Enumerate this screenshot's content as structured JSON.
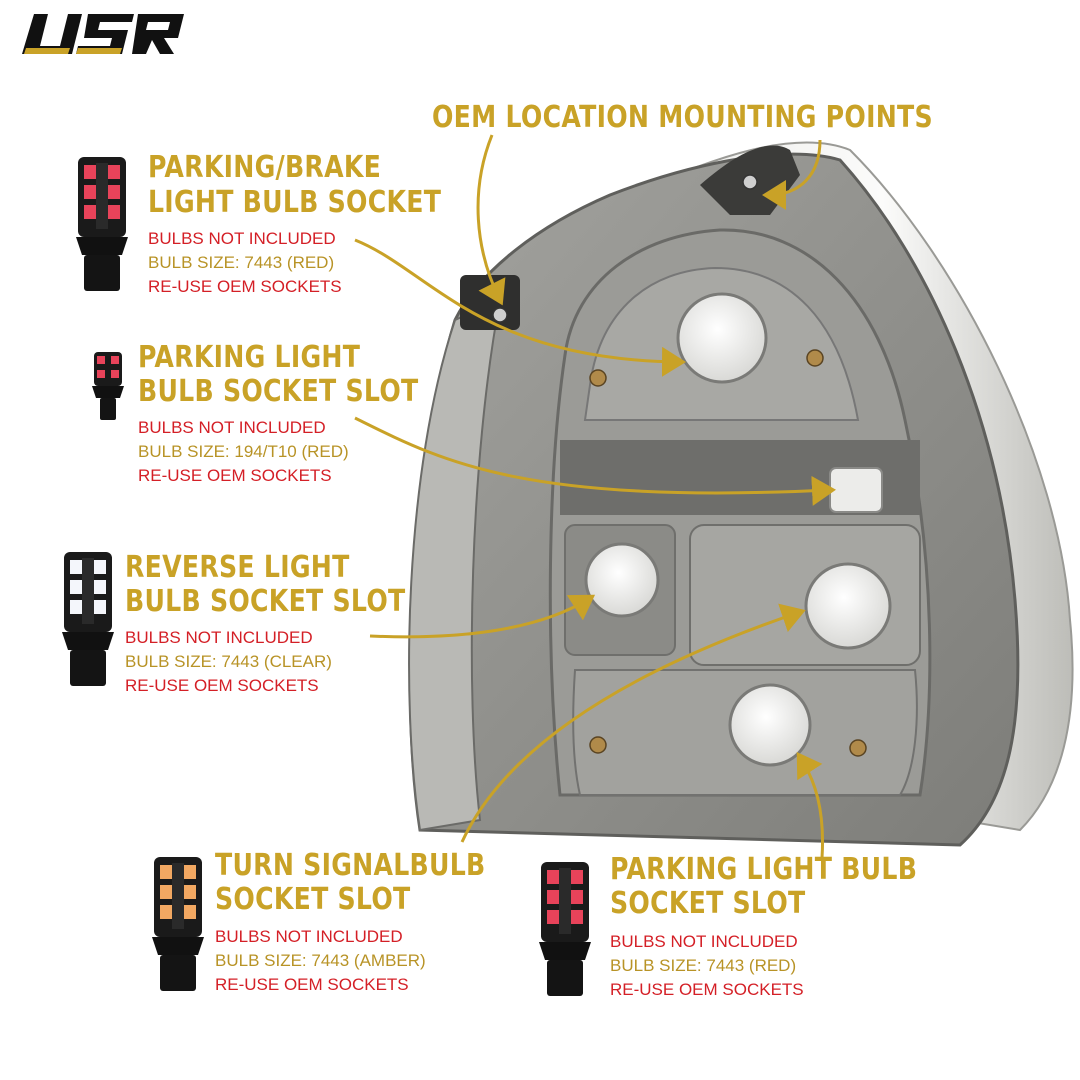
{
  "brand": {
    "logo_text": "USR"
  },
  "colors": {
    "gold": "#c9a227",
    "red": "#d41f26",
    "housing_gray": "#8f8f8b"
  },
  "callouts": {
    "mounting": {
      "title": "OEM LOCATION MOUNTING POINTS"
    },
    "parking_brake": {
      "title_line1": "PARKING/BRAKE",
      "title_line2": "LIGHT BULB SOCKET",
      "note1": "BULBS NOT INCLUDED",
      "size": "BULB SIZE: 7443 (RED)",
      "note2": "RE-USE OEM SOCKETS",
      "bulb_icon": "led-bulb-7443-red"
    },
    "parking_slot": {
      "title_line1": "PARKING LIGHT",
      "title_line2": "BULB SOCKET SLOT",
      "note1": "BULBS NOT INCLUDED",
      "size": "BULB SIZE: 194/T10 (RED)",
      "note2": "RE-USE OEM SOCKETS",
      "bulb_icon": "led-bulb-t10-red"
    },
    "reverse": {
      "title_line1": "REVERSE LIGHT",
      "title_line2": "BULB SOCKET SLOT",
      "note1": "BULBS NOT INCLUDED",
      "size": "BULB SIZE: 7443 (CLEAR)",
      "note2": "RE-USE OEM SOCKETS",
      "bulb_icon": "led-bulb-7443-white"
    },
    "turn": {
      "title_line1": "TURN SIGNALBULB",
      "title_line2": "SOCKET SLOT",
      "note1": "BULBS NOT INCLUDED",
      "size": "BULB SIZE: 7443 (AMBER)",
      "note2": "RE-USE OEM SOCKETS",
      "bulb_icon": "led-bulb-7443-amber"
    },
    "parking_bottom": {
      "title_line1": "PARKING LIGHT BULB",
      "title_line2": "SOCKET SLOT",
      "note1": "BULBS NOT INCLUDED",
      "size": "BULB SIZE: 7443 (RED)",
      "note2": "RE-USE OEM SOCKETS",
      "bulb_icon": "led-bulb-7443-red"
    }
  }
}
